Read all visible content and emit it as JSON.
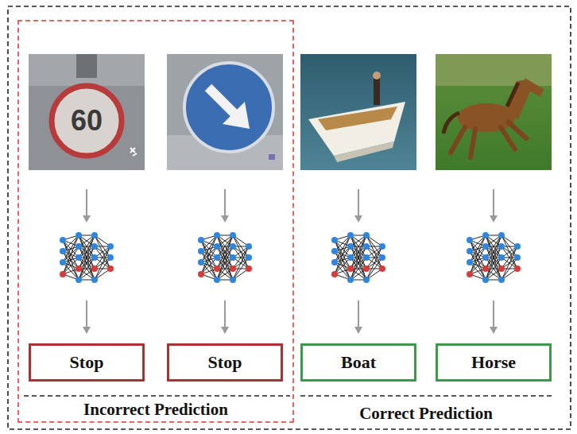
{
  "diagram": {
    "nodes": [
      {
        "text": [
          "Incorrect Prediction"
        ]
      },
      {
        "text": [
          "Stop"
        ],
        "in": 0
      },
      {
        "text": [
          "Stop"
        ],
        "in": 0
      },
      {
        "text": [
          "Boat"
        ]
      },
      {
        "text": [
          "Horse"
        ]
      }
    ],
    "labels": [
      "60",
      "Correct Prediction"
    ]
  }
}
